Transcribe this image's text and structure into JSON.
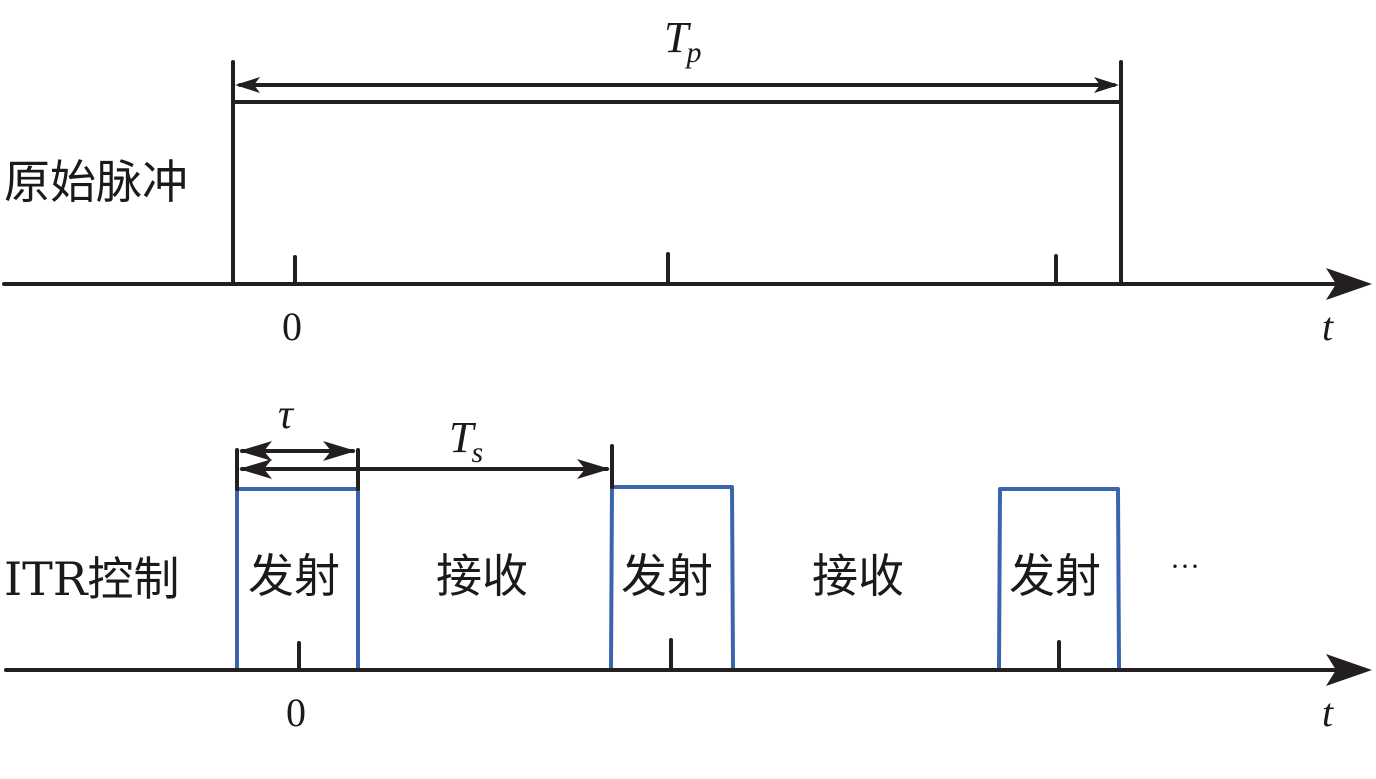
{
  "top_panel": {
    "label": "原始脉冲",
    "period_symbol": "T",
    "period_subscript": "p",
    "zero_label": "0",
    "axis_label": "t"
  },
  "bottom_panel": {
    "label": "ITR控制",
    "pulse_width_symbol": "τ",
    "interval_symbol": "T",
    "interval_subscript": "s",
    "zero_label": "0",
    "axis_label": "t",
    "ellipsis": "···",
    "segments": [
      {
        "type": "transmit",
        "label": "发射"
      },
      {
        "type": "receive",
        "label": "接收"
      },
      {
        "type": "transmit",
        "label": "发射"
      },
      {
        "type": "receive",
        "label": "接收"
      },
      {
        "type": "transmit",
        "label": "发射"
      }
    ]
  },
  "colors": {
    "pulse_blue": "#3a63b0",
    "line_black": "#231f20"
  }
}
